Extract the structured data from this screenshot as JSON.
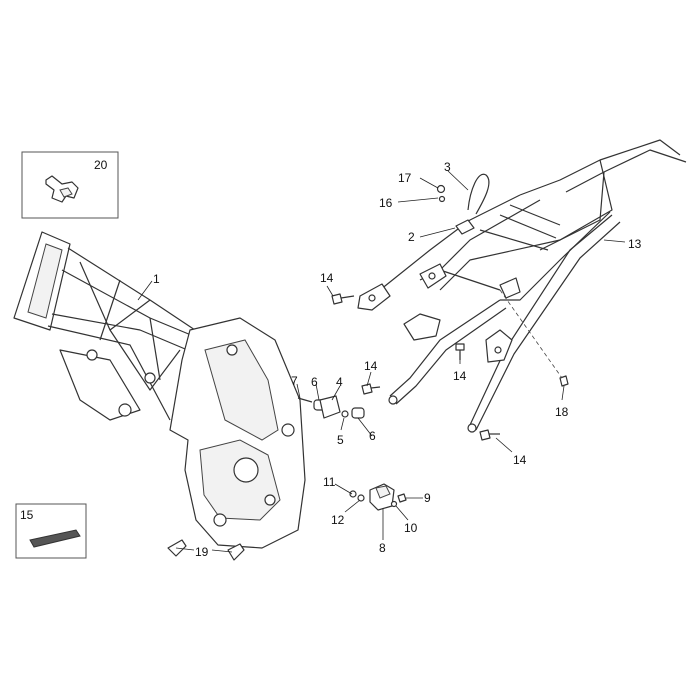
{
  "callouts": {
    "c1": "1",
    "c2": "2",
    "c3": "3",
    "c4": "4",
    "c5": "5",
    "c6a": "6",
    "c6b": "6",
    "c7": "7",
    "c8": "8",
    "c9": "9",
    "c10": "10",
    "c11": "11",
    "c12": "12",
    "c13": "13",
    "c14a": "14",
    "c14b": "14",
    "c14c": "14",
    "c14d": "14",
    "c15": "15",
    "c16": "16",
    "c17": "17",
    "c18": "18",
    "c19": "19",
    "c20": "20"
  }
}
